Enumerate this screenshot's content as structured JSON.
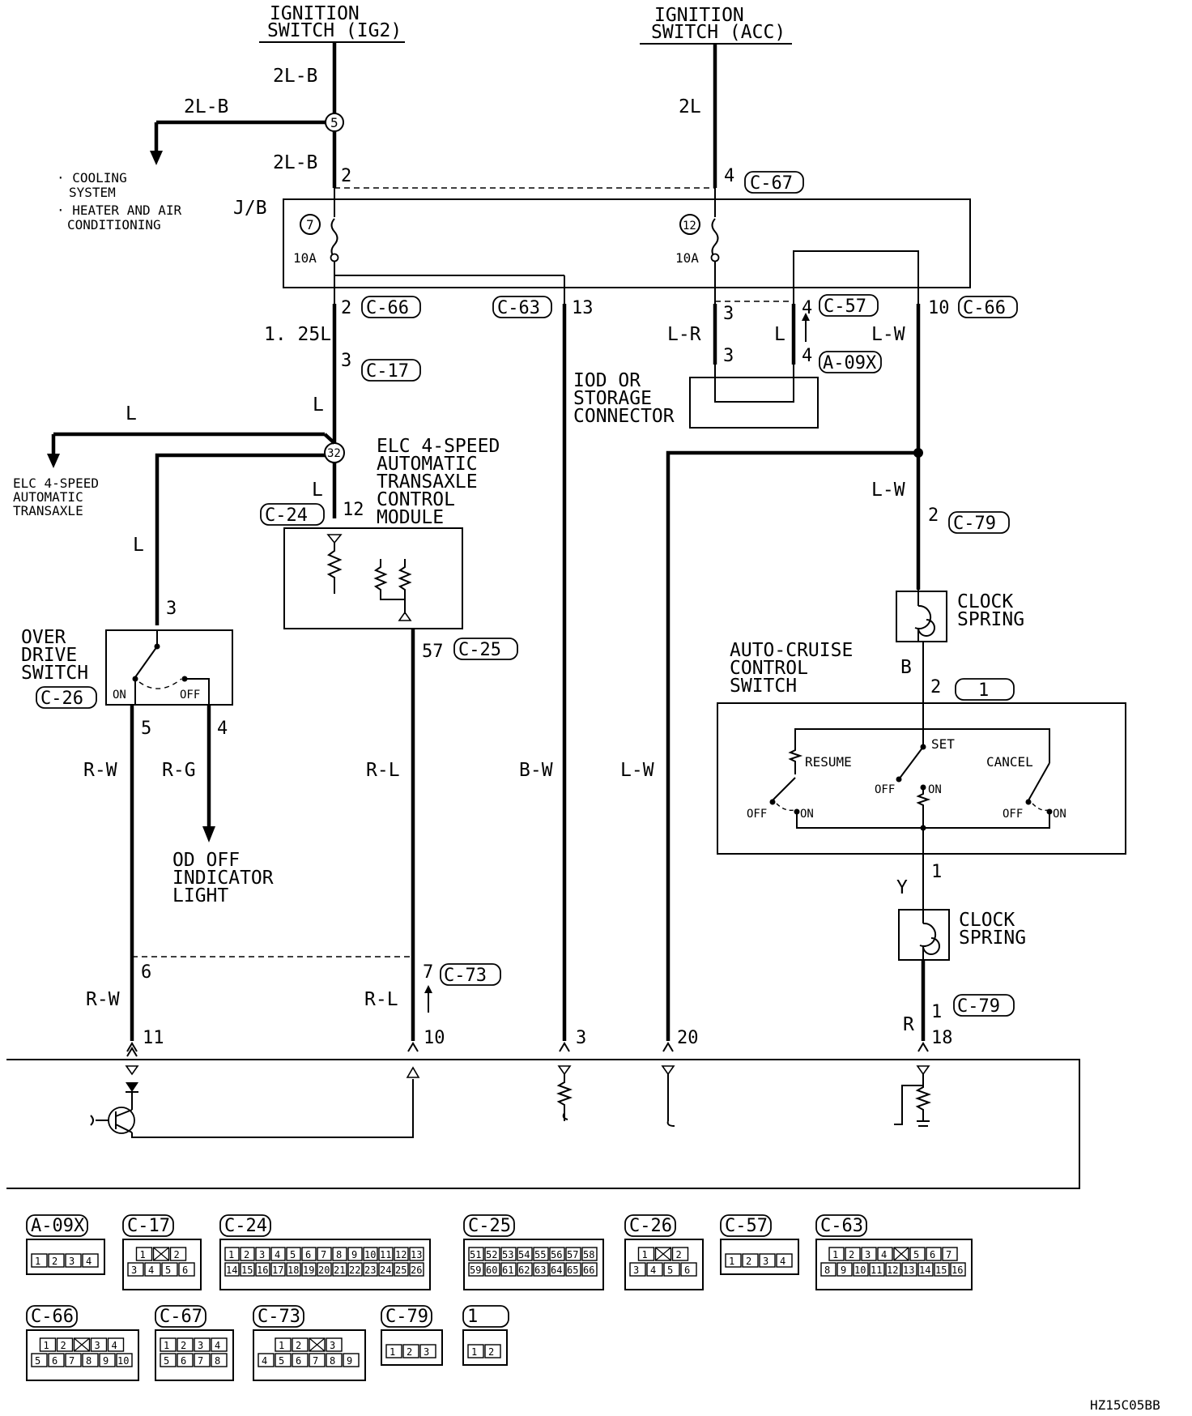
{
  "sources": {
    "ig2": [
      "IGNITION",
      "SWITCH (IG2)"
    ],
    "acc": [
      "IGNITION",
      "SWITCH (ACC)"
    ]
  },
  "wires": {
    "w_2lb_top": "2L-B",
    "w_2lb_branch": "2L-B",
    "w_2lb_mid": "2L-B",
    "w_2l": "2L",
    "w_125l": "1. 25L",
    "w_l1": "L",
    "w_l_branch": "L",
    "w_l2": "L",
    "w_l3": "L",
    "w_lr": "L-R",
    "w_l_iod": "L",
    "w_lw1": "L-W",
    "w_lw2": "L-W",
    "w_b": "B",
    "w_y": "Y",
    "w_r": "R",
    "w_rw1": "R-W",
    "w_rg": "R-G",
    "w_rl1": "R-L",
    "w_bw": "B-W",
    "w_lw3": "L-W",
    "w_rw2": "R-W",
    "w_rl2": "R-L"
  },
  "notes": {
    "cooling": [
      "· COOLING",
      "SYSTEM",
      "· HEATER AND AIR",
      "CONDITIONING"
    ],
    "jb": "J/B",
    "fuse_amp_left": "10A",
    "fuse_amp_right": "10A",
    "fuse_no_left": "7",
    "fuse_no_right": "12",
    "junction_5": "5",
    "junction_32": "32",
    "elc_dest": [
      "ELC 4-SPEED",
      "AUTOMATIC",
      "TRANSAXLE"
    ],
    "elc_module": [
      "ELC 4-SPEED",
      "AUTOMATIC",
      "TRANSAXLE",
      "CONTROL",
      "MODULE"
    ],
    "iod": [
      "IOD OR",
      "STORAGE",
      "CONNECTOR"
    ],
    "od_switch": [
      "OVER",
      "DRIVE",
      "SWITCH"
    ],
    "od_on": "ON",
    "od_off": "OFF",
    "od_indicator": [
      "OD OFF",
      "INDICATOR",
      "LIGHT"
    ],
    "clock_spring_1": [
      "CLOCK",
      "SPRING"
    ],
    "clock_spring_2": [
      "CLOCK",
      "SPRING"
    ],
    "cruise_switch": [
      "AUTO-CRUISE",
      "CONTROL",
      "SWITCH"
    ],
    "resume": "RESUME",
    "set": "SET",
    "cancel": "CANCEL",
    "off1": "OFF",
    "on1": "ON",
    "off2": "OFF",
    "on2": "ON",
    "off3": "OFF",
    "on3": "ON",
    "figure_code": "HZ15C05BB"
  },
  "pins": {
    "p2_top": "2",
    "p4_top": "4",
    "p2_c66": "2",
    "p13": "13",
    "p3_c57": "3",
    "p4_c57": "4",
    "p10_c66": "10",
    "p3_c17": "3",
    "p3_a09": "3",
    "p4_a09": "4",
    "p12": "12",
    "p2_c79": "2",
    "p3_od": "3",
    "p57": "57",
    "p2_sw": "2",
    "p5": "5",
    "p4_od": "4",
    "p1_sw": "1",
    "p6": "6",
    "p7": "7",
    "p1_c79": "1",
    "p11": "11",
    "p10_bot": "10",
    "p3_bot": "3",
    "p20": "20",
    "p18": "18"
  },
  "connectors": {
    "c67": "C-67",
    "c66a": "C-66",
    "c63": "C-63",
    "c57": "C-57",
    "c66b": "C-66",
    "c17": "C-17",
    "a09x": "A-09X",
    "c24": "C-24",
    "c79a": "C-79",
    "c25": "C-25",
    "c26": "C-26",
    "sw1": "1",
    "c73": "C-73",
    "c79b": "C-79"
  },
  "legend": [
    {
      "id": "A-09X",
      "rows": [
        [
          "1",
          "2",
          "3",
          "4"
        ]
      ]
    },
    {
      "id": "C-17",
      "rows": [
        [
          "1",
          "",
          "2"
        ],
        [
          "3",
          "4",
          "5",
          "6"
        ]
      ]
    },
    {
      "id": "C-24",
      "rows": [
        [
          "1",
          "2",
          "3",
          "4",
          "5",
          "6",
          "7",
          "8",
          "9",
          "10",
          "11",
          "12",
          "13"
        ],
        [
          "14",
          "15",
          "16",
          "17",
          "18",
          "19",
          "20",
          "21",
          "22",
          "23",
          "24",
          "25",
          "26"
        ]
      ]
    },
    {
      "id": "C-25",
      "rows": [
        [
          "51",
          "52",
          "53",
          "54",
          "55",
          "56",
          "57",
          "58"
        ],
        [
          "59",
          "60",
          "61",
          "62",
          "63",
          "64",
          "65",
          "66"
        ]
      ]
    },
    {
      "id": "C-26",
      "rows": [
        [
          "1",
          "",
          "2"
        ],
        [
          "3",
          "4",
          "5",
          "6"
        ]
      ]
    },
    {
      "id": "C-57",
      "rows": [
        [
          "1",
          "2",
          "3",
          "4"
        ]
      ]
    },
    {
      "id": "C-63",
      "rows": [
        [
          "1",
          "2",
          "3",
          "4",
          "",
          "5",
          "6",
          "7"
        ],
        [
          "8",
          "9",
          "10",
          "11",
          "12",
          "13",
          "14",
          "15",
          "16"
        ]
      ]
    },
    {
      "id": "C-66",
      "rows": [
        [
          "1",
          "2",
          "",
          "3",
          "4"
        ],
        [
          "5",
          "6",
          "7",
          "8",
          "9",
          "10"
        ]
      ]
    },
    {
      "id": "C-67",
      "rows": [
        [
          "1",
          "2",
          "3",
          "4"
        ],
        [
          "5",
          "6",
          "7",
          "8"
        ]
      ]
    },
    {
      "id": "C-73",
      "rows": [
        [
          "1",
          "2",
          "",
          "3"
        ],
        [
          "4",
          "5",
          "6",
          "7",
          "8",
          "9"
        ]
      ]
    },
    {
      "id": "C-79",
      "rows": [
        [
          "1",
          "2",
          "3"
        ]
      ]
    },
    {
      "id": "1",
      "rows": [
        [
          "1",
          "2"
        ]
      ]
    }
  ]
}
